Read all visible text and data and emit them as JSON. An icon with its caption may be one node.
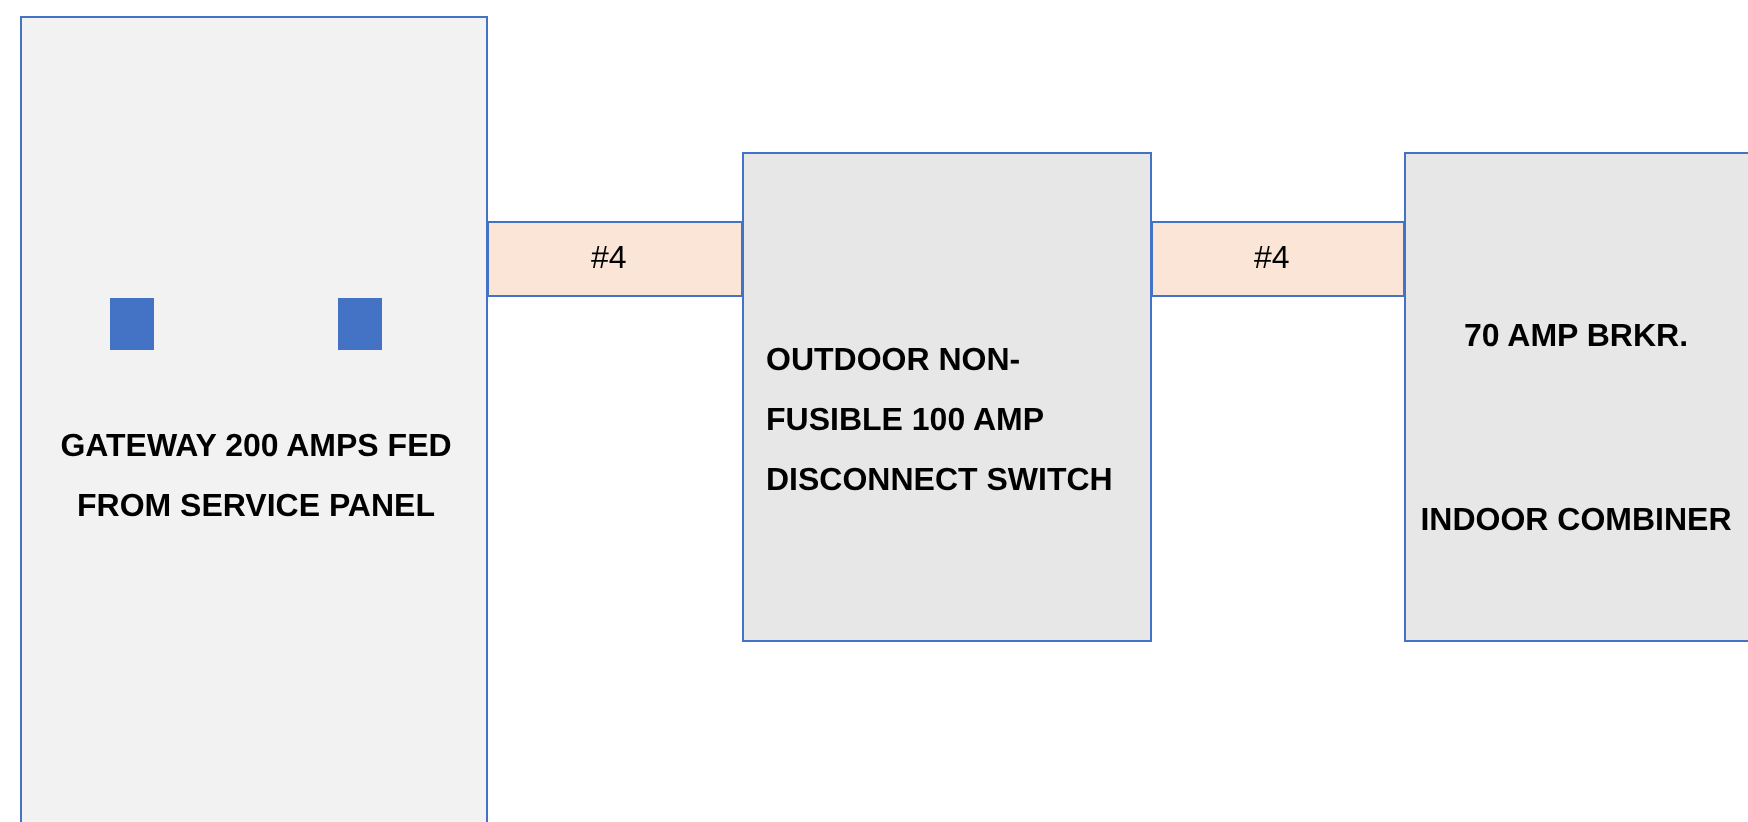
{
  "diagram": {
    "nodes": [
      {
        "text": [
          "GATEWAY 200 AMPS FED FROM SERVICE PANEL"
        ]
      },
      {
        "text": [
          "OUTDOOR NON-FUSIBLE 100 AMP DISCONNECT SWITCH"
        ]
      },
      {
        "text": [
          "70 AMP BRKR.",
          "INDOOR COMBINER"
        ]
      }
    ],
    "edges": [
      {
        "from": 0,
        "to": 1,
        "arrow": "none",
        "label": "#4",
        "style": "thick"
      },
      {
        "from": 1,
        "to": 2,
        "arrow": "none",
        "label": "#4",
        "style": "thick"
      }
    ]
  }
}
